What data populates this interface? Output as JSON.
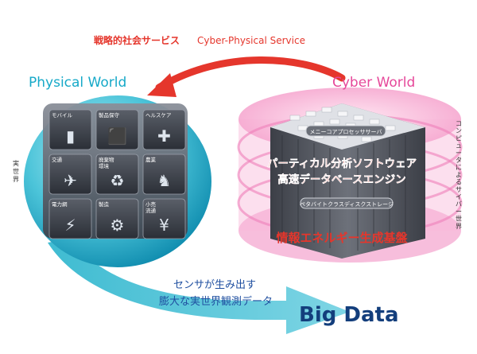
{
  "title_jp": "戦略的社会サービス",
  "title_en": "Cyber-Physical  Service",
  "physical_world": "Physical World",
  "cyber_world": "Cyber World",
  "real_world_vertical": "実世界",
  "cyber_vertical": "コンピュータによるサイバー世界",
  "tiles": [
    {
      "label": "モバイル",
      "icon": "mobile-phone-icon"
    },
    {
      "label": "製品保守",
      "icon": "cube-icon"
    },
    {
      "label": "ヘルスケア",
      "icon": "syringe-icon"
    },
    {
      "label": "交通",
      "icon": "airplane-icon"
    },
    {
      "label": "廃棄物\n環境",
      "icon": "recycle-bin-icon"
    },
    {
      "label": "農業",
      "icon": "cow-icon"
    },
    {
      "label": "電力網",
      "icon": "power-tower-icon"
    },
    {
      "label": "製造",
      "icon": "gear-icon"
    },
    {
      "label": "小売\n流通",
      "icon": "yen-coin-icon"
    }
  ],
  "server_labels": {
    "manycore": "メニーコアプロセッササーバ",
    "software": "パーティカル分析ソフトウェア",
    "database": "高速データベースエンジン",
    "storage": "ペタバイトクラスディスクストレージ"
  },
  "energy": "情報エネルギー生成基盤",
  "sensor_line1": "センサが生み出す",
  "sensor_line2": "膨大な実世界観測データ",
  "big_data": "Big Data",
  "colors": {
    "red": "#e5362c",
    "pink": "#e6489a",
    "cyan": "#16a9c8",
    "blue": "#1f4fa0",
    "dark_blue": "#133e7c"
  }
}
